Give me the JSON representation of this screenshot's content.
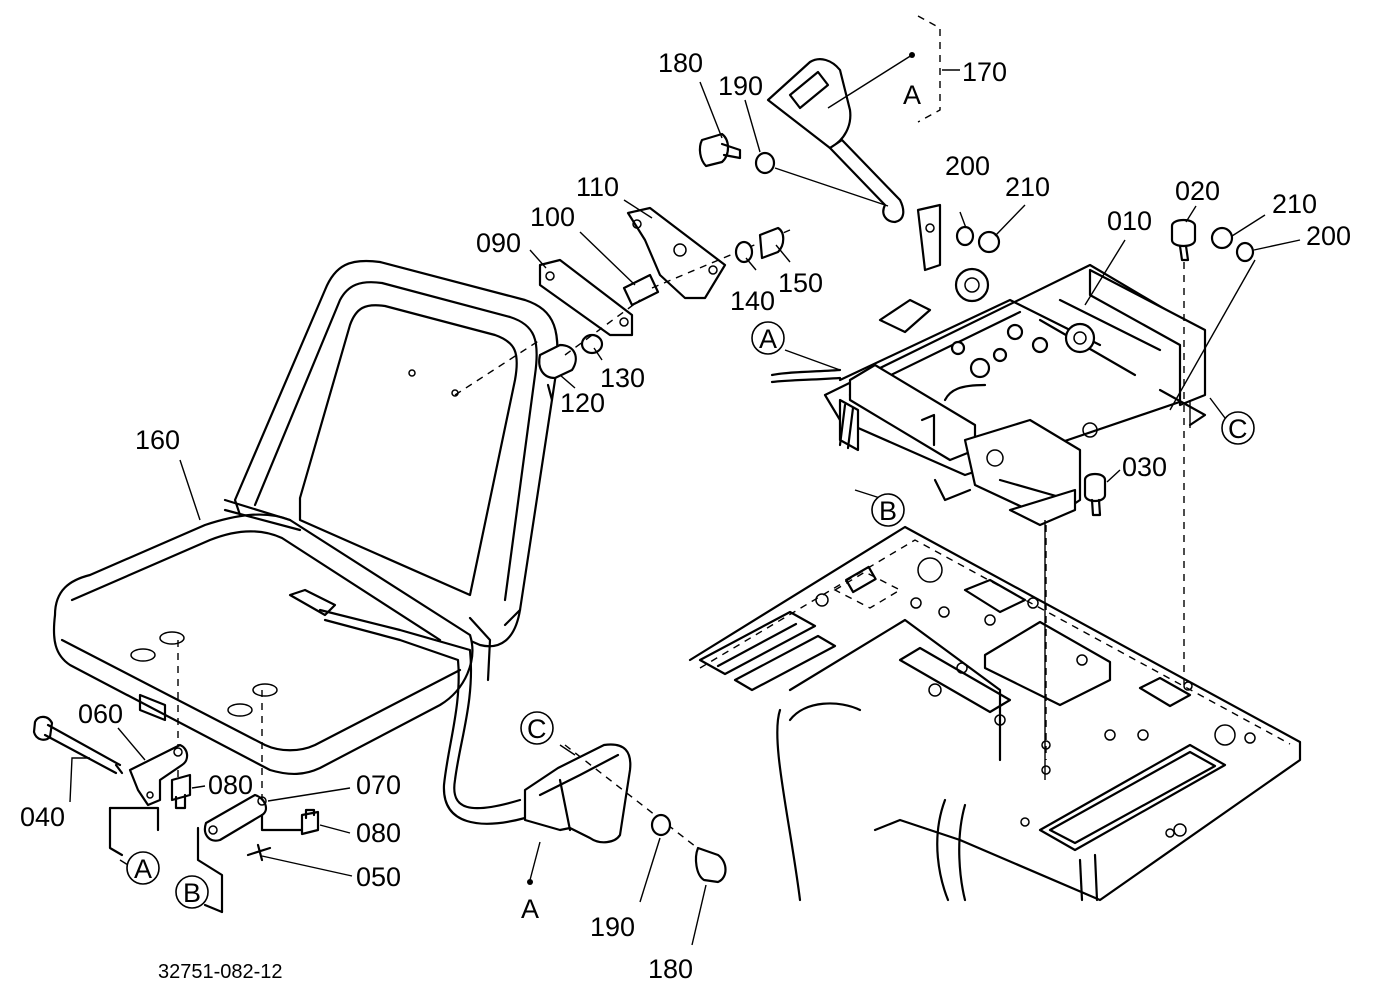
{
  "figure": {
    "drawing_number": "32751-082-12",
    "part_numbers": {
      "p010": "010",
      "p020": "020",
      "p030": "030",
      "p040": "040",
      "p050": "050",
      "p060": "060",
      "p070": "070",
      "p080a": "080",
      "p080b": "080",
      "p090": "090",
      "p100": "100",
      "p110": "110",
      "p120": "120",
      "p130": "130",
      "p140": "140",
      "p150": "150",
      "p160": "160",
      "p170": "170",
      "p180a": "180",
      "p180b": "180",
      "p190a": "190",
      "p190b": "190",
      "p200a": "200",
      "p200b": "200",
      "p210a": "210",
      "p210b": "210"
    },
    "reference_markers": {
      "a_frame": "A",
      "a_rail": "A",
      "a_bracket": "A",
      "a_buckle": "A",
      "b_rail": "B",
      "b_bracket": "B",
      "c_rail": "C",
      "c_buckle": "C"
    }
  }
}
